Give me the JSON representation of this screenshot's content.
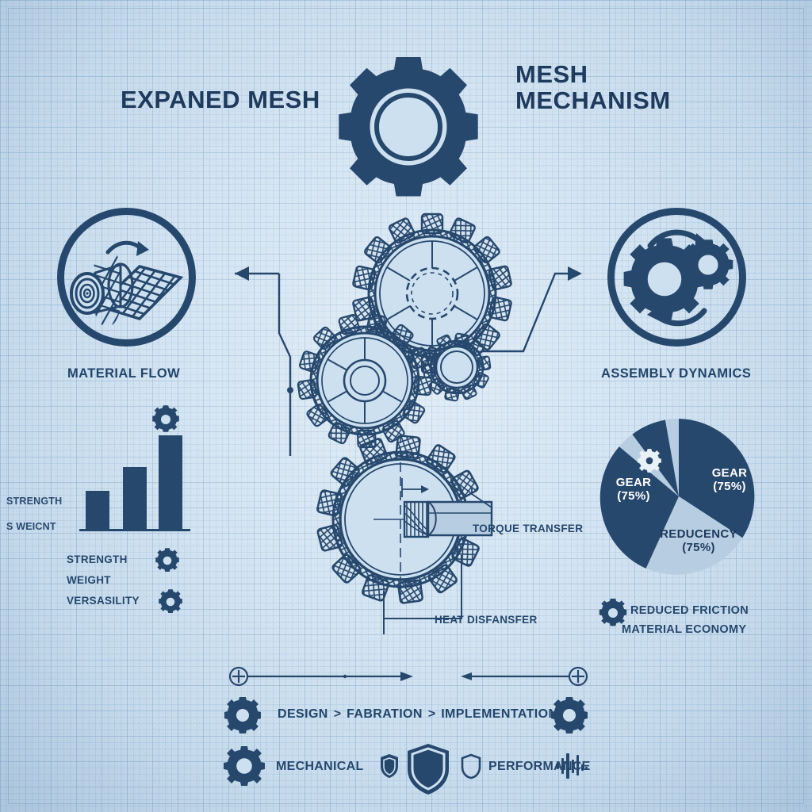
{
  "document": {
    "style": "blueprint-infographic",
    "colors": {
      "paper": "#cde0f0",
      "ink": "#27486d",
      "ink_dark": "#1e3a5c",
      "pie_light": "#b7cde1",
      "grid": "#78a0c3"
    }
  },
  "titles": {
    "left": "EXPANED MESH",
    "right_line1": "MESH",
    "right_line2": "MECHANISM"
  },
  "badges": {
    "left": {
      "caption": "MATERIAL FLOW",
      "icon": "mesh-roll-icon"
    },
    "right": {
      "caption": "ASSEMBLY DYNAMICS",
      "icon": "two-gears-rotation-icon"
    }
  },
  "bar_chart": {
    "axis_labels": [
      "STRENGTH",
      "S WEICNT"
    ],
    "legend": [
      "STRENGTH",
      "WEIGHT",
      "VERSASILITY"
    ]
  },
  "pie_chart": {
    "labels": {
      "right": "GEAR\n(75%)",
      "right_l1": "GEAR",
      "right_l2": "(75%)",
      "left_l1": "GEAR",
      "left_l2": "(75%)",
      "bottom_l1": "REDUCENCY",
      "bottom_l2": "(75%)"
    },
    "note_line1": "REDUCED FRICTION",
    "note_line2": "MATERIAL ECONOMY"
  },
  "callouts": {
    "torque": "TORQUE TRANSFER",
    "heat": "HEAT DISFANSFER"
  },
  "process": {
    "step1": "DESIGN",
    "sep1": ">",
    "step2": "FABRATION",
    "sep2": ">",
    "step3": "IMPLEMENTATION"
  },
  "footer": {
    "mechanical": "MECHANICAL",
    "performance": "PERFORMANCE"
  },
  "chart_data": [
    {
      "type": "bar",
      "title": "",
      "categories": [
        "STRENGTH",
        "WEIGHT",
        "VERSASILITY"
      ],
      "values": [
        48,
        78,
        118
      ],
      "ylabel": "",
      "xlabel": "",
      "ylim": [
        0,
        130
      ],
      "grid": false,
      "legend_position": "below",
      "tick_labels": [
        "STRENGTH",
        "S WEICNT"
      ]
    },
    {
      "type": "pie",
      "title": "",
      "labels": [
        "GEAR (75%)",
        "REDUCENCY (75%)",
        "GEAR (75%)",
        "",
        "",
        ""
      ],
      "values": [
        35,
        22,
        29,
        5,
        6,
        3
      ],
      "colors": [
        "#27486d",
        "#b7cde1",
        "#27486d",
        "#b7cde1",
        "#27486d",
        "#b7cde1"
      ],
      "legend_position": "none"
    }
  ]
}
